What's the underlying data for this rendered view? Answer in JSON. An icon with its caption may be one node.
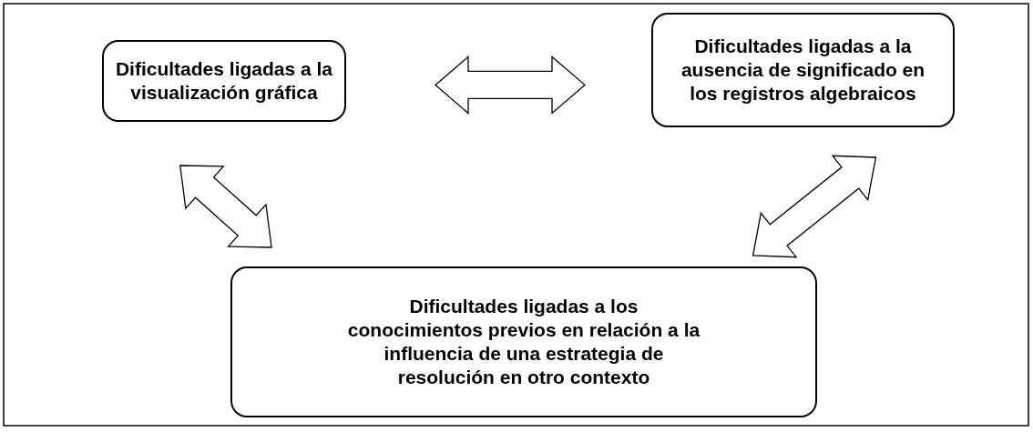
{
  "diagram": {
    "nodes": [
      {
        "text": [
          "Dificultades ligadas a la visualización gráfica"
        ]
      },
      {
        "text": [
          "Dificultades ligadas a la ausencia de significado en los registros algebraicos"
        ]
      },
      {
        "text": [
          "Dificultades ligadas a los conocimientos previos en relación a la influencia de una estrategia de resolución en otro contexto"
        ]
      }
    ],
    "edges": [
      {
        "from": 0,
        "to": 1,
        "arrow": "both"
      },
      {
        "from": 0,
        "to": 2,
        "arrow": "both"
      },
      {
        "from": 1,
        "to": 2,
        "arrow": "both"
      }
    ]
  }
}
